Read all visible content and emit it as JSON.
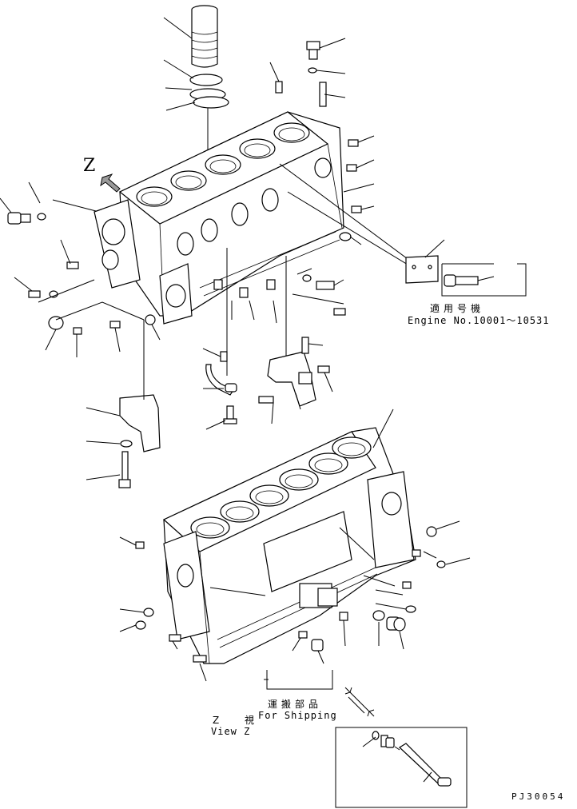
{
  "applicable_machine": {
    "label_ja": "適用号機",
    "engine_label": "Engine No.",
    "engine_range": "10001～10531"
  },
  "shipping": {
    "label_ja": "運搬部品",
    "label_en": "For Shipping"
  },
  "view": {
    "letter": "Z",
    "label_ja": "Z 視",
    "label_en": "View Z"
  },
  "figure_code": "PJ30054"
}
